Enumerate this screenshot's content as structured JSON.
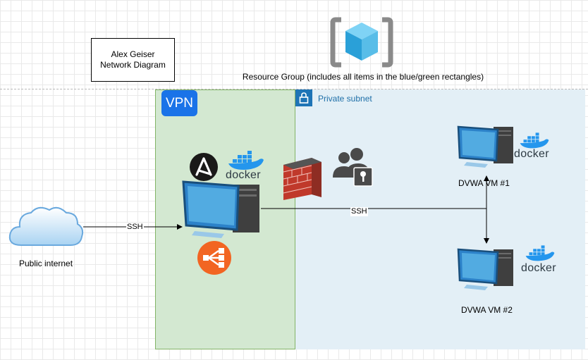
{
  "diagram": {
    "title": "Alex Geiser Network Diagram",
    "resource_group_label": "Resource Group (includes all items in the blue/green rectangles)",
    "vpn_badge": "VPN",
    "subnet_label": "Private subnet",
    "public_internet_label": "Public internet",
    "edge_ssh_1": "SSH",
    "edge_ssh_2": "SSH",
    "vm1_label": "DVWA VM #1",
    "vm2_label": "DVWA VM #2",
    "docker_word": "docker",
    "icons": [
      "azure-resource-group-icon",
      "cloud-icon",
      "ansible-icon",
      "docker-icon",
      "virtual-machine-icon",
      "load-balancer-icon",
      "firewall-icon",
      "users-lock-icon",
      "lock-icon"
    ],
    "colors": {
      "vpn_fill": "#d3e8d1",
      "vpn_border": "#82b366",
      "subnet_fill": "#e3eff6",
      "subnet_label": "#1e6fa8",
      "vpn_badge": "#1a73e8",
      "docker_blue": "#2496ed",
      "load_balancer": "#f26522",
      "firewall": "#c0392b"
    }
  }
}
